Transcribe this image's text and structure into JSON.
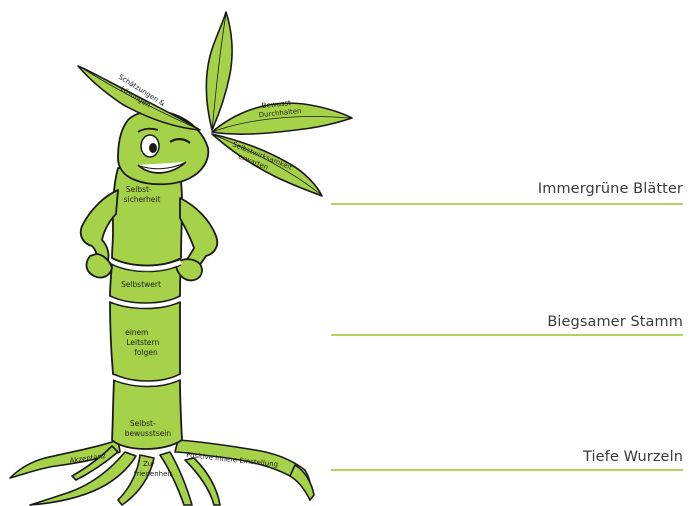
{
  "sections": {
    "leaves": "Immergrüne Blätter",
    "stem": "Biegsamer Stamm",
    "roots": "Tiefe Wurzeln"
  },
  "leaf_labels": {
    "leaf_1": [
      "Schätzungen &",
      "Lösungen"
    ],
    "leaf_2": [
      "Bewusst",
      "Durchhalten"
    ],
    "leaf_3": [
      "Selbstwirksamkeit",
      "erwarten"
    ]
  },
  "stem_labels": {
    "segment_1": [
      "Selbst-",
      "sicherheit"
    ],
    "segment_2": [
      "Selbstwert"
    ],
    "segment_3": [
      "einem",
      "Leitstern",
      "folgen"
    ],
    "segment_4": [
      "Selbst-",
      "bewusstsein"
    ]
  },
  "root_labels": {
    "root_left": "Akzeptanz",
    "root_middle": [
      "Zu-",
      "friedenheit"
    ],
    "root_right": "Positive innere Einstellung"
  },
  "colors": {
    "plant_fill": "#a6d24a",
    "plant_outline": "#1a1a1a",
    "rule": "#b2d45a",
    "label_text": "#3a3a3a"
  }
}
